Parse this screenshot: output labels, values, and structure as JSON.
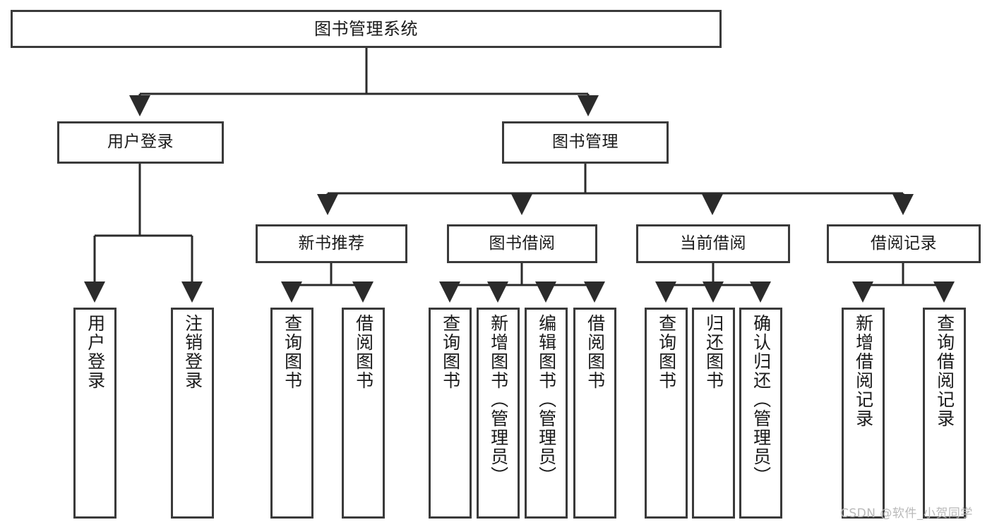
{
  "diagram": {
    "title": "图书管理系统",
    "type": "tree",
    "watermark": "CSDN @软件_小贺同学",
    "colors": {
      "border": "#3a3a3a",
      "fill": "#ffffff",
      "text": "#1a1a1a",
      "connector": "#2b2b2b",
      "watermark": "#b9b9b9"
    },
    "levels": {
      "level1": [
        {
          "id": "root",
          "label": "图书管理系统"
        }
      ],
      "level2": [
        {
          "id": "user-login",
          "label": "用户登录"
        },
        {
          "id": "book-manage",
          "label": "图书管理"
        }
      ],
      "level3": [
        {
          "id": "new-book-rec",
          "label": "新书推荐"
        },
        {
          "id": "book-borrow",
          "label": "图书借阅"
        },
        {
          "id": "current-borrow",
          "label": "当前借阅"
        },
        {
          "id": "borrow-record",
          "label": "借阅记录"
        }
      ],
      "level4": [
        {
          "id": "leaf-user-login",
          "label": "用户登录",
          "parent": "user-login"
        },
        {
          "id": "leaf-user-logout",
          "label": "注销登录",
          "parent": "user-login"
        },
        {
          "id": "leaf-query-book-1",
          "label": "查询图书",
          "parent": "new-book-rec"
        },
        {
          "id": "leaf-borrow-book-1",
          "label": "借阅图书",
          "parent": "new-book-rec"
        },
        {
          "id": "leaf-query-book-2",
          "label": "查询图书",
          "parent": "book-borrow"
        },
        {
          "id": "leaf-add-book",
          "label": "新增图书（管理员）",
          "parent": "book-borrow"
        },
        {
          "id": "leaf-edit-book",
          "label": "编辑图书（管理员）",
          "parent": "book-borrow"
        },
        {
          "id": "leaf-borrow-book-2",
          "label": "借阅图书",
          "parent": "book-borrow"
        },
        {
          "id": "leaf-query-book-3",
          "label": "查询图书",
          "parent": "current-borrow"
        },
        {
          "id": "leaf-return-book",
          "label": "归还图书",
          "parent": "current-borrow"
        },
        {
          "id": "leaf-confirm-return",
          "label": "确认归还（管理员）",
          "parent": "current-borrow"
        },
        {
          "id": "leaf-add-record",
          "label": "新增借阅记录",
          "parent": "borrow-record"
        },
        {
          "id": "leaf-query-record",
          "label": "查询借阅记录",
          "parent": "borrow-record"
        }
      ]
    }
  }
}
